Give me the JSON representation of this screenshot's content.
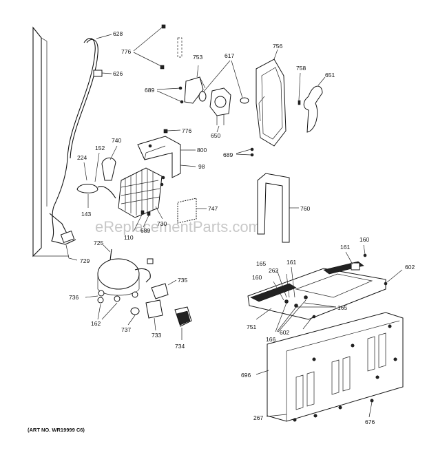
{
  "watermark": "eReplacementParts.com",
  "art_number": "(ART NO. WR19999 C6)",
  "labels": {
    "l628": "628",
    "l626": "626",
    "l776a": "776",
    "l753": "753",
    "l617": "617",
    "l756": "756",
    "l758": "758",
    "l651": "651",
    "l689a": "689",
    "l650": "650",
    "l776b": "776",
    "l800": "800",
    "l98": "98",
    "l689b": "689",
    "l740": "740",
    "l152": "152",
    "l224": "224",
    "l143": "143",
    "l747": "747",
    "l760": "760",
    "l730": "730",
    "l110": "110",
    "l689c": "689",
    "l725": "725",
    "l729": "729",
    "l735": "735",
    "l736": "736",
    "l162": "162",
    "l737": "737",
    "l733": "733",
    "l734": "734",
    "l160a": "160",
    "l161a": "161",
    "l602a": "602",
    "l165a": "165",
    "l262": "262",
    "l161b": "161",
    "l160b": "160",
    "l165b": "165",
    "l751": "751",
    "l602b": "602",
    "l166": "166",
    "l696": "696",
    "l267": "267",
    "l676": "676"
  }
}
